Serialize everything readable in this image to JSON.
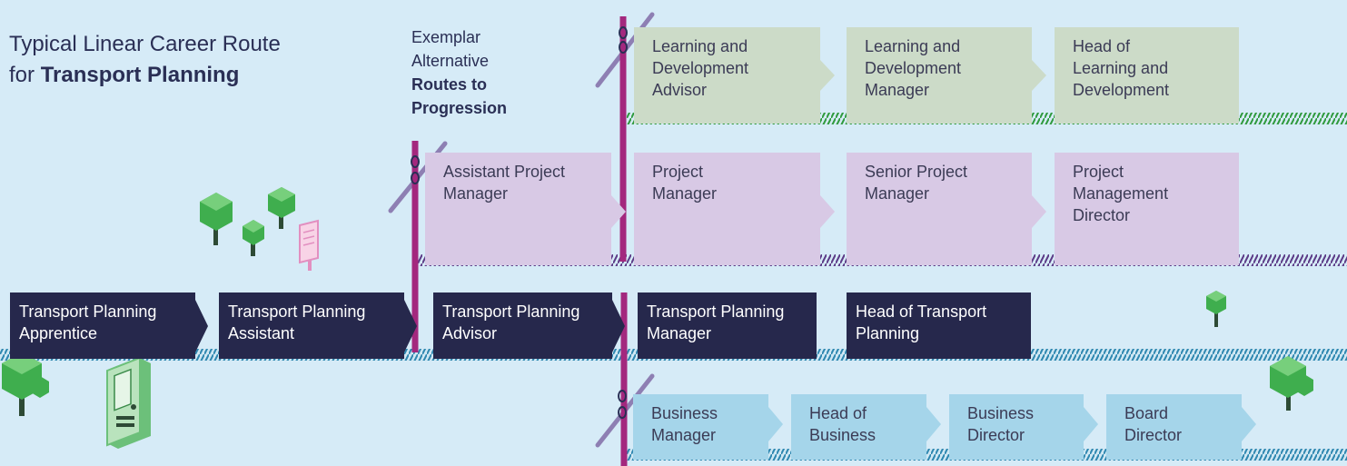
{
  "title": {
    "line1": "Typical Linear Career Route",
    "line2_prefix": "for",
    "line2_bold": "Transport Planning"
  },
  "exemplar": {
    "line1": "Exemplar",
    "line2": "Alternative",
    "line3": "Routes to",
    "line4": "Progression"
  },
  "main_route": [
    {
      "line1": "Transport Planning",
      "line2": "Apprentice"
    },
    {
      "line1": "Transport Planning",
      "line2": "Assistant"
    },
    {
      "line1": "Transport Planning",
      "line2": "Advisor"
    },
    {
      "line1": "Transport Planning",
      "line2": "Manager"
    },
    {
      "line1": "Head of Transport",
      "line2": "Planning"
    }
  ],
  "learning_route": [
    {
      "line1": "Learning and",
      "line2": "Development",
      "line3": "Advisor"
    },
    {
      "line1": "Learning and",
      "line2": "Development",
      "line3": "Manager"
    },
    {
      "line1": "Head of",
      "line2": "Learning and",
      "line3": "Development"
    }
  ],
  "project_route": [
    {
      "line1": "Assistant Project",
      "line2": "Manager"
    },
    {
      "line1": "Project",
      "line2": "Manager"
    },
    {
      "line1": "Senior Project",
      "line2": "Manager"
    },
    {
      "line1": "Project",
      "line2": "Management",
      "line3": "Director"
    }
  ],
  "business_route": [
    {
      "line1": "Business",
      "line2": "Manager"
    },
    {
      "line1": "Head of",
      "line2": "Business"
    },
    {
      "line1": "Business",
      "line2": "Director"
    },
    {
      "line1": "Board",
      "line2": "Director"
    }
  ],
  "colors": {
    "background": "#d6ebf7",
    "main_box": "#26284c",
    "main_track": "#2e87b0",
    "project_box": "#d8c9e5",
    "project_track": "#5b3a86",
    "learning_box": "#ccdbc8",
    "learning_track": "#2f9a3d",
    "business_box": "#a5d5ea",
    "business_track": "#2e87b0",
    "junction_post": "#a3287e"
  }
}
